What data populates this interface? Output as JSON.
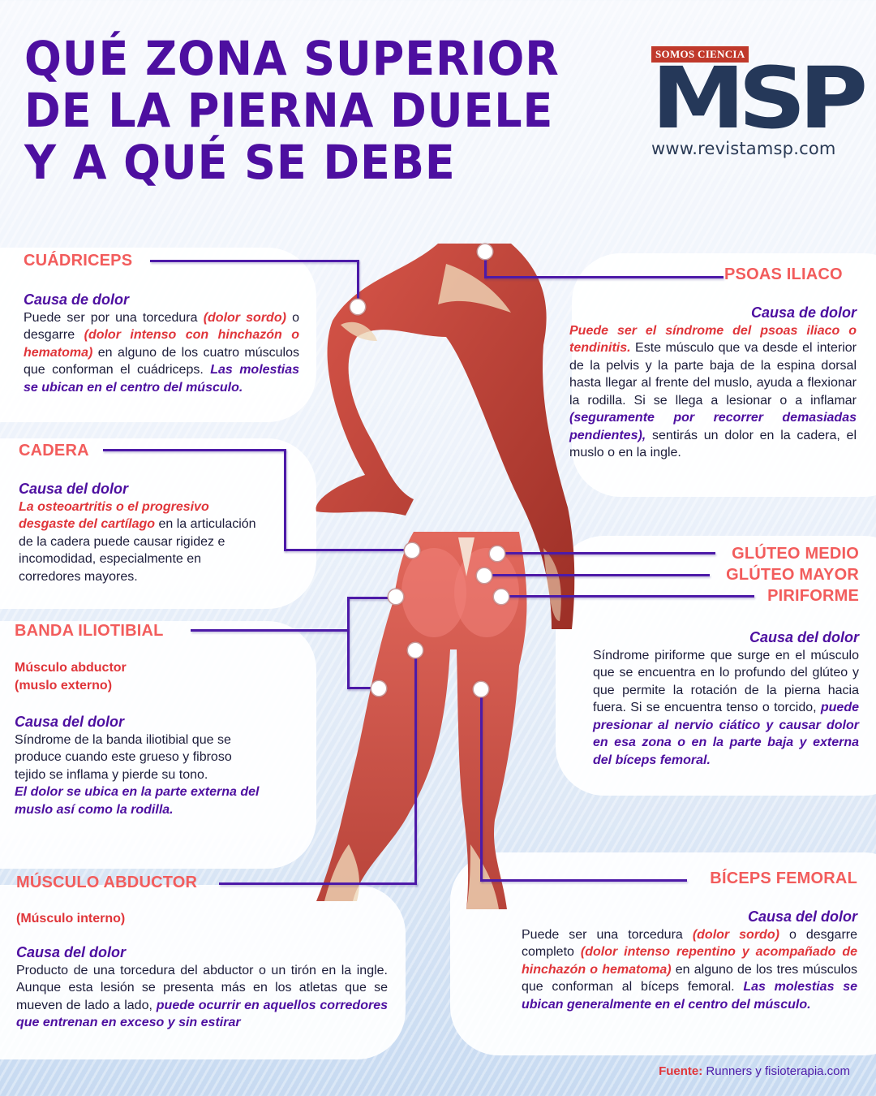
{
  "header": {
    "title_lines": [
      "QUÉ ZONA SUPERIOR",
      "DE LA PIERNA DUELE",
      "Y A QUÉ SE DEBE"
    ],
    "logo": {
      "tagline": "SOMOS CIENCIA",
      "brand": "MSP",
      "url": "www.revistamsp.com"
    }
  },
  "colors": {
    "title": "#4d0fa0",
    "section_title": "#f25c5c",
    "highlight_red": "#e0353a",
    "line": "#4d1aa8",
    "logo": "#253859"
  },
  "sections": {
    "cuadriceps": {
      "title": "CUÁDRICEPS",
      "cause_label": "Causa de dolor",
      "t1": "Puede ser por una torcedura ",
      "r1": "(dolor sordo)",
      "t2": " o desgarre ",
      "r2": "(dolor intenso con hinchazón o hematoma)",
      "t3": " en alguno de los cuatro músculos que conforman el cuádriceps. ",
      "p1": "Las molestias se ubican en el centro del músculo."
    },
    "psoas": {
      "title": "PSOAS ILIACO",
      "cause_label": "Causa de dolor",
      "r1": "Puede ser el síndrome del psoas iliaco o tendinitis.",
      "t1": " Este músculo que va desde el interior de la pelvis y la parte baja de la espina dorsal hasta llegar al frente del muslo, ayuda a flexionar la rodilla. Si se llega a lesionar o a inflamar ",
      "p1": "(seguramente por recorrer demasiadas pendientes),",
      "t2": " sentirás un dolor en la cadera, el muslo o en la ingle."
    },
    "cadera": {
      "title": "CADERA",
      "cause_label": "Causa del dolor",
      "r1": "La osteoartritis o el progresivo desgaste del cartílago",
      "t1": " en la articulación de la cadera puede causar rigidez e incomodidad, especialmente en corredores mayores."
    },
    "gluteos": {
      "titles": [
        "GLÚTEO MEDIO",
        "GLÚTEO MAYOR",
        "PIRIFORME"
      ],
      "cause_label": "Causa del dolor",
      "t1": "Síndrome piriforme que surge en el músculo que se encuentra en lo profundo del glúteo y que permite la rotación de la pierna hacia fuera. Si se encuentra tenso o torcido, ",
      "p1": "puede presionar al nervio ciático y causar dolor en esa zona o en la parte baja y externa del bíceps femoral."
    },
    "banda": {
      "title": "BANDA ILIOTIBIAL",
      "subtitle": "Músculo abductor (muslo externo)",
      "cause_label": "Causa del dolor",
      "t1": "Síndrome de la banda iliotibial que se produce cuando este grueso y fibroso tejido se inflama y pierde su tono.",
      "p1": "El dolor se ubica en la parte externa del muslo así como la rodilla."
    },
    "abductor": {
      "title": "MÚSCULO ABDUCTOR",
      "subtitle": "(Músculo interno)",
      "cause_label": "Causa del dolor",
      "t1": "Producto de una torcedura del abductor o un tirón en la ingle. Aunque esta lesión se presenta más en los atletas que se mueven de lado a lado, ",
      "p1": "puede ocurrir en aquellos corredores que entrenan en exceso y sin estirar"
    },
    "biceps": {
      "title": "BÍCEPS FEMORAL",
      "cause_label": "Causa del dolor",
      "t1": "Puede ser una torcedura ",
      "r1": "(dolor sordo)",
      "t2": " o desgarre completo ",
      "r2": "(dolor intenso repentino y acompañado de hinchazón o hematoma)",
      "t3": " en alguno de los tres músculos que conforman al bíceps femoral. ",
      "p1": "Las molestias se ubican generalmente en el centro del músculo."
    }
  },
  "footer": {
    "label": "Fuente:",
    "source": "Runners y fisioterapia.com"
  }
}
